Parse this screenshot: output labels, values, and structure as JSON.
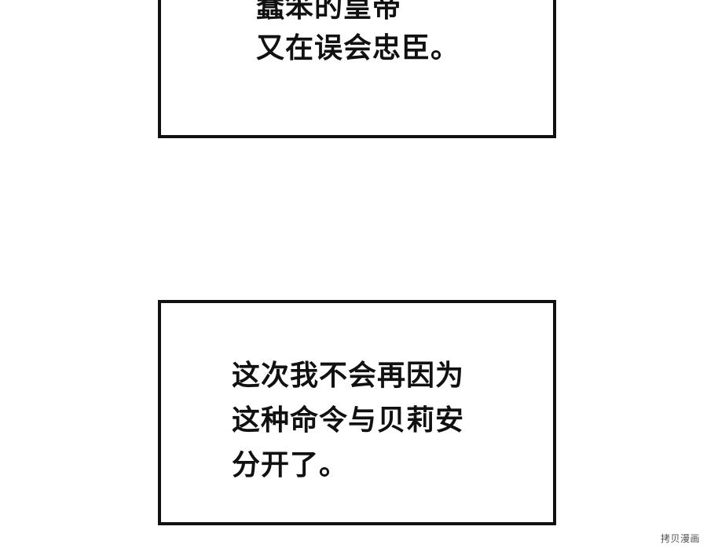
{
  "panels": {
    "top": {
      "lines": [
        "蠢笨的皇帝",
        "又在误会忠臣。"
      ]
    },
    "bottom": {
      "lines": [
        "这次我不会再因为",
        "这种命令与贝莉安",
        "分开了。"
      ]
    }
  },
  "watermark": "拷贝漫画"
}
